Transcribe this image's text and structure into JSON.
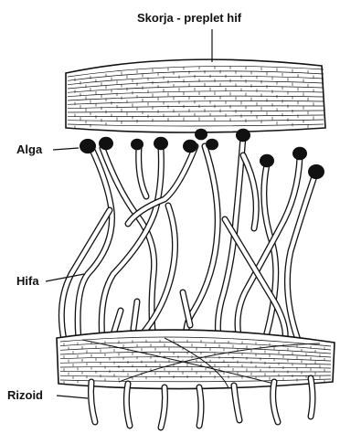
{
  "labels": {
    "cortex": "Skorja - preplet hif",
    "alga": "Alga",
    "hypha": "Hifa",
    "rhizoid": "Rizoid"
  },
  "colors": {
    "ink": "#111111",
    "paper": "#ffffff"
  }
}
